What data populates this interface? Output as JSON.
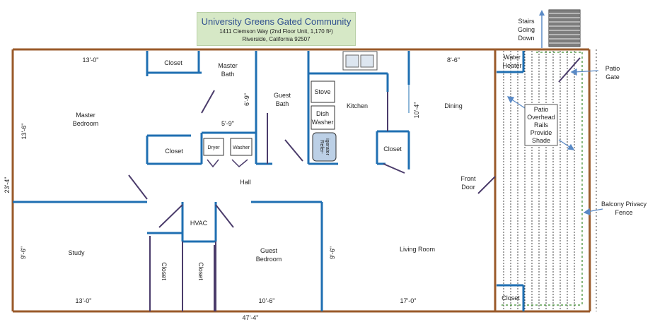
{
  "title": {
    "main": "University Greens Gated Community",
    "address": "1411 Clemson Way (2nd Floor Unit, 1,170 ft²)",
    "city": "Riverside, California  92507"
  },
  "rooms": {
    "master_bedroom": [
      "Master",
      "Bedroom"
    ],
    "master_bath": [
      "Master",
      "Bath"
    ],
    "guest_bath": [
      "Guest",
      "Bath"
    ],
    "kitchen": "Kitchen",
    "dining": "Dining",
    "hall": "Hall",
    "study": "Study",
    "hvac": "HVAC",
    "guest_bedroom": [
      "Guest",
      "Bedroom"
    ],
    "living_room": "Living Room",
    "water_heater": [
      "Water",
      "Heater"
    ],
    "closet": "Closet",
    "front_door": [
      "Front",
      "Door"
    ]
  },
  "appliances": {
    "stove": "Stove",
    "dishwasher": [
      "Dish",
      "Washer"
    ],
    "dryer": "Dryer",
    "washer": "Washer",
    "fridge": [
      "Refer-",
      "igerator"
    ]
  },
  "callouts": {
    "stairs": [
      "Stairs",
      "Going",
      "Down"
    ],
    "patio_gate": [
      "Patio",
      "Gate"
    ],
    "patio_rails": [
      "Patio",
      "Overhead",
      "Rails",
      "Provide",
      "Shade"
    ],
    "balcony_fence": [
      "Balcony Privacy",
      "Fence"
    ]
  },
  "dimensions": {
    "master_width_top": "13'-0\"",
    "master_bath_height": "6'-9\"",
    "master_bath_width": "5'-9\"",
    "master_depth": "13'-6\"",
    "overall_depth": "23'-4\"",
    "study_depth": "9'-6\"",
    "study_width": "13'-0\"",
    "guest_width": "10'-6\"",
    "living_depth": "9'-6\"",
    "living_width": "17'-0\"",
    "dining_width": "8'-6\"",
    "dining_depth": "10'-4\"",
    "overall_width": "47'-4\""
  },
  "colors": {
    "outer_wall": "#9a5a2a",
    "inner_wall": "#1f6fb2",
    "interior_line": "#4b3c6b",
    "arrow": "#5a8ac6",
    "patio_dash": "#444444",
    "fence_dash": "#3a8a2a",
    "title_bg": "#d6e8c6"
  }
}
